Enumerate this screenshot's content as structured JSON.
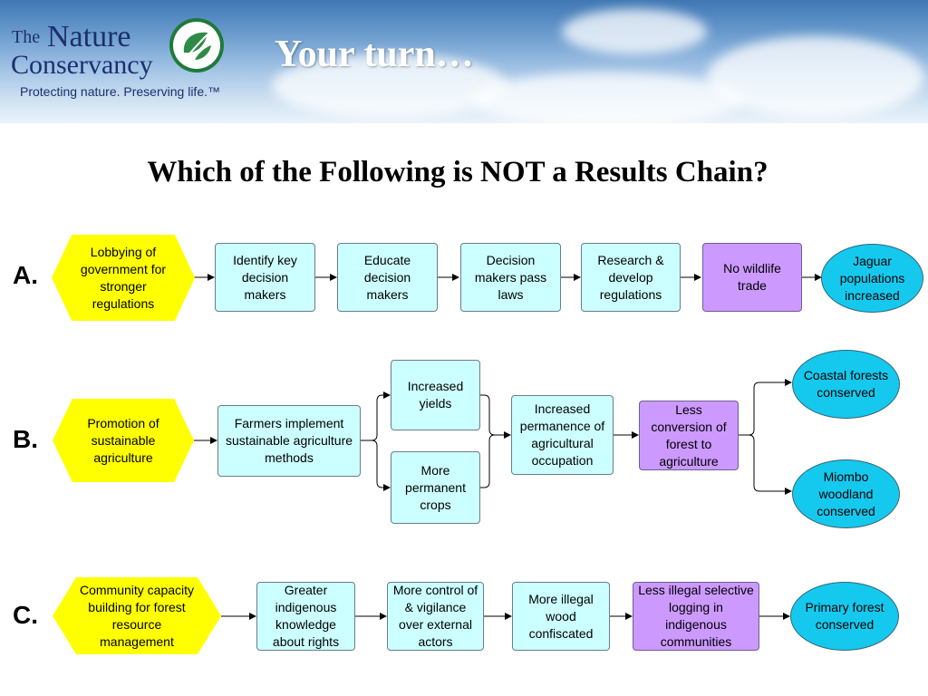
{
  "header": {
    "logo_the": "The",
    "logo_nature": "Nature",
    "logo_conservancy": "Conservancy",
    "logo_tagline": "Protecting nature. Preserving life.™",
    "title": "Your turn…"
  },
  "question": "Which of the Following is NOT a Results Chain?",
  "rows": {
    "a": {
      "label": "A.",
      "nodes": [
        "Lobbying of government for stronger regulations",
        "Identify key decision makers",
        "Educate decision makers",
        "Decision makers pass laws",
        "Research & develop regulations",
        "No wildlife trade",
        "Jaguar populations increased"
      ]
    },
    "b": {
      "label": "B.",
      "nodes": [
        "Promotion of sustainable agriculture",
        "Farmers implement sustainable agriculture methods",
        "Increased yields",
        "More permanent crops",
        "Increased permanence of agricultural occupation",
        "Less conversion of forest to agriculture",
        "Coastal forests conserved",
        "Miombo woodland conserved"
      ]
    },
    "c": {
      "label": "C.",
      "nodes": [
        "Community capacity building for forest resource management",
        "Greater indigenous knowledge about rights",
        "More control of & vigilance over external actors",
        "More illegal wood confiscated",
        "Less illegal selective logging in indigenous communities",
        "Primary forest conserved"
      ]
    }
  },
  "colors": {
    "strategy": "#ffff00",
    "result": "#ccffff",
    "threat_reduction": "#cc99ff",
    "target": "#15c9ee"
  }
}
